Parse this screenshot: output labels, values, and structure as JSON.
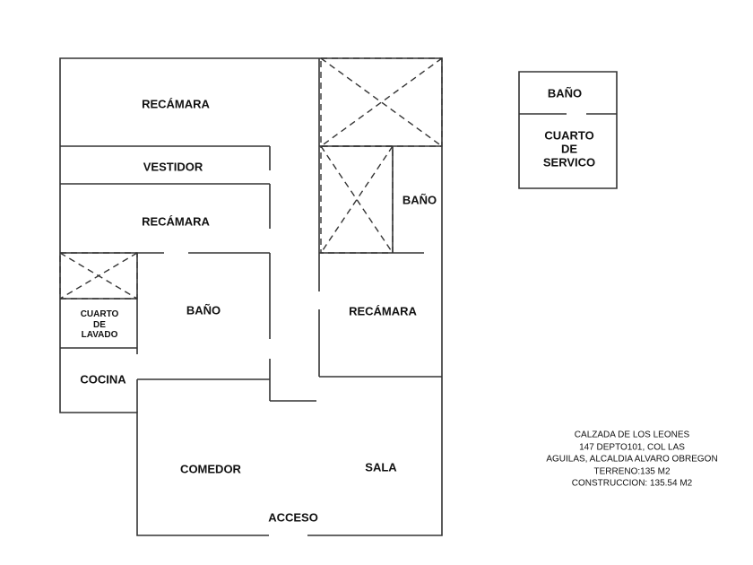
{
  "rooms": {
    "recamara_top": "RECÁMARA",
    "vestidor": "VESTIDOR",
    "recamara_mid": "RECÁMARA",
    "bano_right": "BAÑO",
    "cuarto_lavado": [
      "CUARTO",
      "DE",
      "LAVADO"
    ],
    "bano_center": "BAÑO",
    "recamara_right": "RECÁMARA",
    "cocina": "COCINA",
    "comedor": "COMEDOR",
    "sala": "SALA",
    "acceso": "ACCESO",
    "service_bano": "BAÑO",
    "cuarto_servicio": [
      "CUARTO",
      "DE",
      "SERVICO"
    ]
  },
  "info": [
    "CALZADA DE LOS LEONES",
    "147 DEPTO101, COL LAS",
    "AGUILAS, ALCALDIA ALVARO OBREGON",
    "TERRENO:135 M2",
    "CONSTRUCCION: 135.54 M2"
  ]
}
